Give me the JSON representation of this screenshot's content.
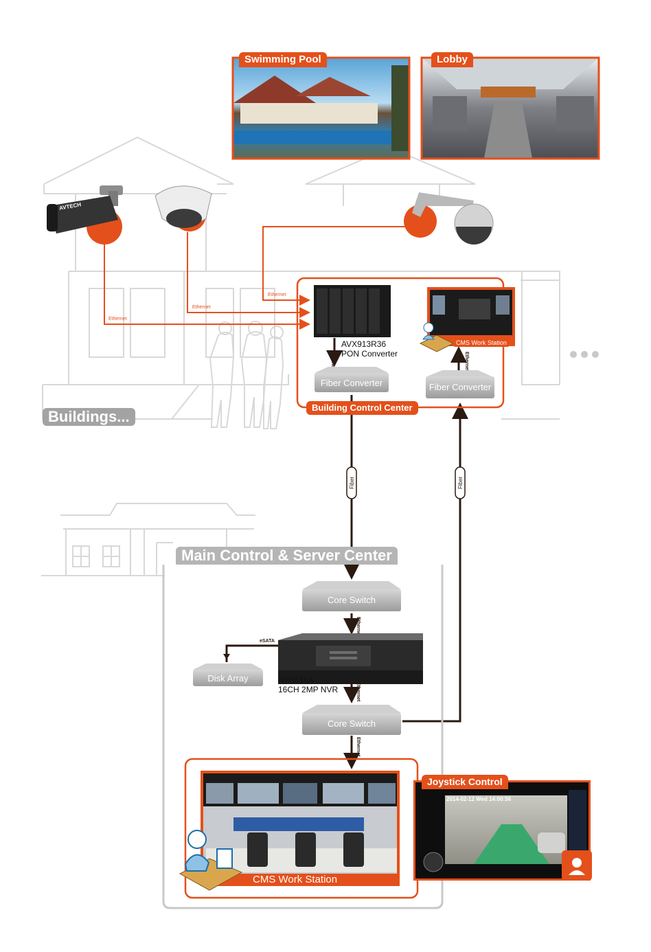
{
  "photos": {
    "pool_label": "Swimming Pool",
    "lobby_label": "Lobby"
  },
  "building": {
    "section_label": "Buildings...",
    "control_center_label": "Building Control Center",
    "pon_name_line1": "AVX913R36",
    "pon_name_line2": "PON Converter",
    "fiber_converter_1": "Fiber Converter",
    "fiber_converter_2": "Fiber Converter",
    "cms_small_label": "CMS Work Station",
    "camera_brand": "AVTECH"
  },
  "links": {
    "ethernet": "Ethernet",
    "fiber": "Fiber",
    "esata": "eSATA"
  },
  "main_center": {
    "title": "Main Control & Server Center",
    "core_switch_1": "Core Switch",
    "core_switch_2": "Core Switch",
    "disk_array": "Disk Array",
    "nvr_line1": "AVH516A",
    "nvr_line2": "16CH 2MP NVR",
    "cms_label": "CMS Work Station",
    "joystick_label": "Joystick Control",
    "timestamp": "2014-02-12 Wed 14:00:56"
  },
  "colors": {
    "accent": "#e4501b",
    "gray": "#a3a3a3",
    "line_dark": "#2b1a12"
  }
}
